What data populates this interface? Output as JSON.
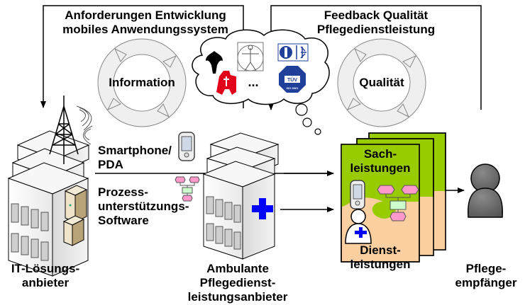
{
  "labels": {
    "top_left_line1": "Anforderungen Entwicklung",
    "top_left_line2": "mobiles Anwendungssystem",
    "top_right_line1": "Feedback Qualität",
    "top_right_line2": "Pflegedienstleistung",
    "cycle_left": "Information",
    "cycle_right": "Qualität",
    "cloud_ellipsis": "...",
    "smartphone_line1": "Smartphone/",
    "smartphone_line2": "PDA",
    "software_line1": "Prozess-",
    "software_line2": "unterstützungs-",
    "software_line3": "Software",
    "it_provider_line1": "IT-Lösungs-",
    "it_provider_line2": "anbieter",
    "care_provider_line1": "Ambulante",
    "care_provider_line2": "Pflegedienst-",
    "care_provider_line3": "leistungsanbieter",
    "goods_line1": "Sach-",
    "goods_line2": "leistungen",
    "services_line1": "Dienst-",
    "services_line2": "leistungen",
    "recipient_line1": "Pflege-",
    "recipient_line2": "empfänger"
  },
  "cloud_logos": [
    "federal-eagle-logo",
    "pharmacy-logo",
    "vitruvian-man-logo",
    "health-insurance-logo",
    "tuv-iso-9001-logo"
  ],
  "tuv_logo_text": {
    "top": "TÜV",
    "bottom": "ISO 9001"
  },
  "colors": {
    "goods_green": "#99cc00",
    "services_peach": "#fbcf9f",
    "cross_blue": "#0000ff",
    "pharmacy_red": "#e3001b",
    "logo_blue": "#1f3f99",
    "flow_pink": "#ff99cc",
    "flow_green": "#ccffcc",
    "person_gray": "#6e6e6e",
    "cycle_gray": "#eeeeee"
  }
}
